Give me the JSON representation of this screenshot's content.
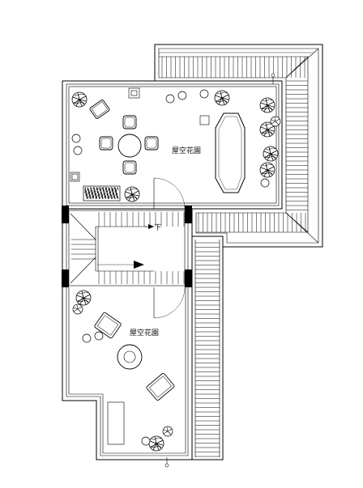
{
  "rooms": {
    "upper_label": "屋空花園",
    "lower_label": "屋空花園"
  },
  "stair": {
    "direction_label": "下"
  },
  "icons": {
    "plant": "potted-plant-icon",
    "chair": "chair-icon",
    "table": "round-table-icon"
  }
}
